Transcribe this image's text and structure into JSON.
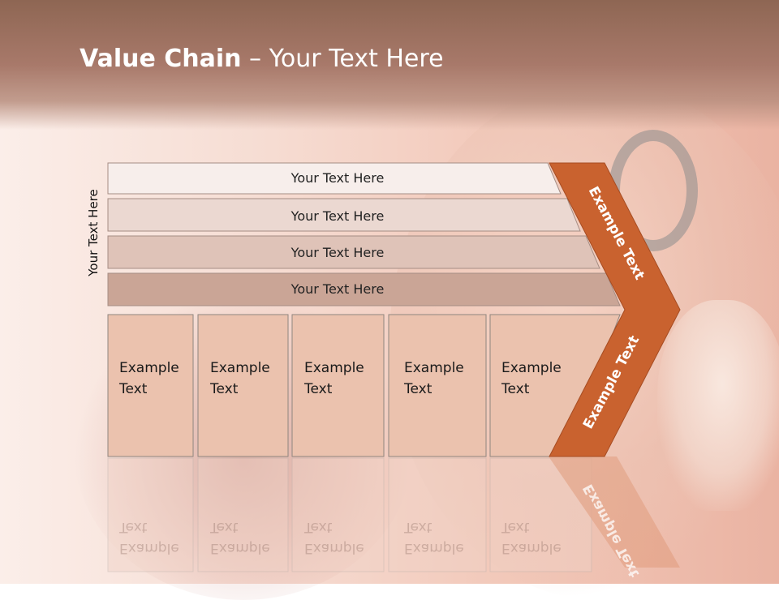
{
  "title": {
    "bold": "Value Chain",
    "rest": " – Your Text Here"
  },
  "side_label": "Your Text Here",
  "bars": [
    {
      "label": "Your Text Here"
    },
    {
      "label": "Your Text Here"
    },
    {
      "label": "Your Text Here"
    },
    {
      "label": "Your Text Here"
    }
  ],
  "cells": [
    {
      "line1": "Example",
      "line2": "Text"
    },
    {
      "line1": "Example",
      "line2": "Text"
    },
    {
      "line1": "Example",
      "line2": "Text"
    },
    {
      "line1": "Example",
      "line2": "Text"
    },
    {
      "line1": "Example",
      "line2": "Text"
    }
  ],
  "arrow": {
    "upper_label": "Example Text",
    "lower_label": "Example Text"
  },
  "colors": {
    "arrow_fill": "#c9622f",
    "bar_fills": [
      "#f7eeeb",
      "#ebd8d1",
      "#dfc3b8",
      "#caa596"
    ],
    "cell_fill": "#ebc2ae",
    "cell_border": "#8f857f"
  }
}
